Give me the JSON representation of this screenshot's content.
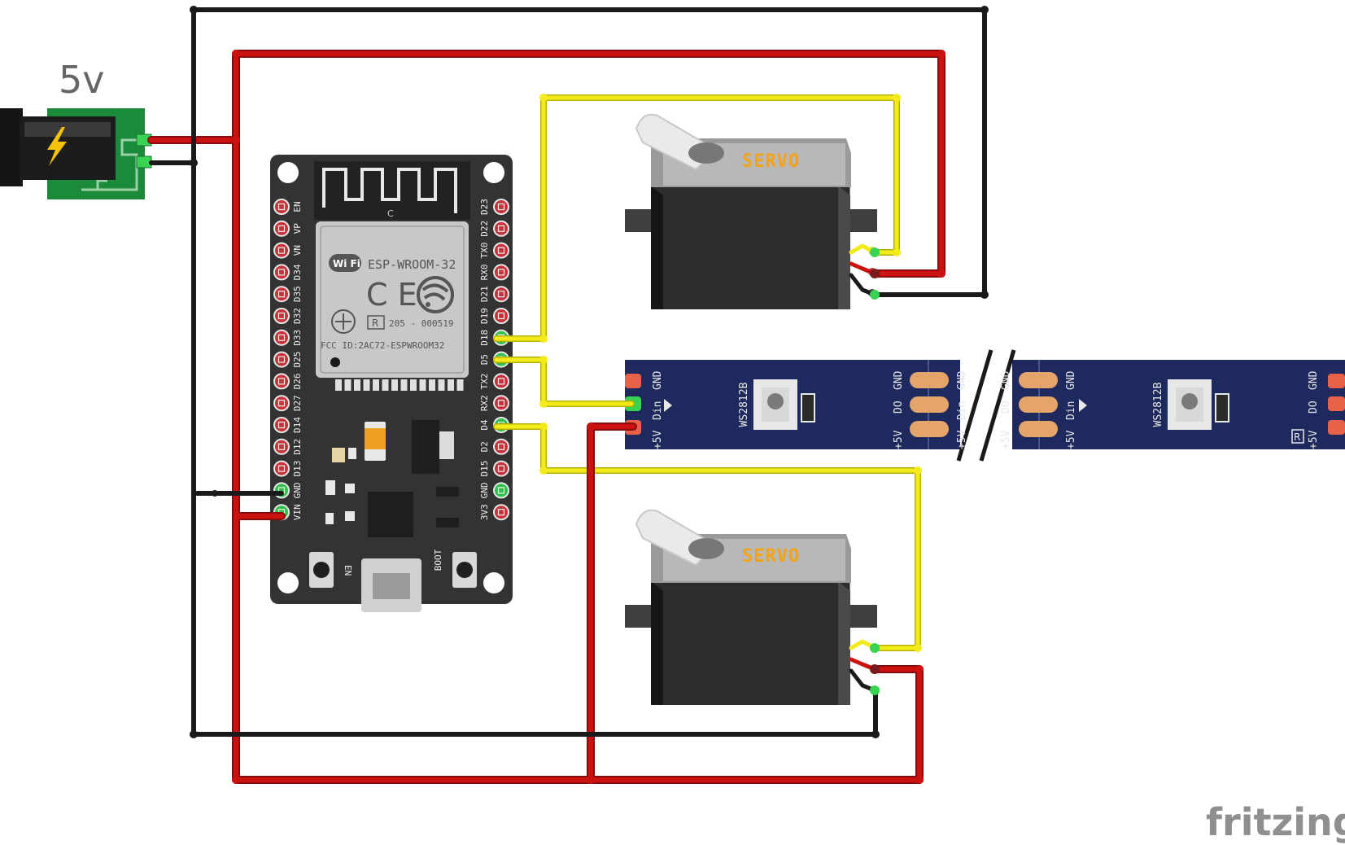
{
  "power": {
    "label": "5v"
  },
  "esp32": {
    "module_name": "ESP-WROOM-32",
    "wifi_text": "Wi Fi",
    "ce_text": "C E",
    "r_text": "R",
    "cert_code": "205 - 000519",
    "fcc_id": "FCC ID:2AC72-ESPWROOM32",
    "antenna_text": "C",
    "left_pins": [
      "EN",
      "VP",
      "VN",
      "D34",
      "D35",
      "D32",
      "D33",
      "D25",
      "D26",
      "D27",
      "D14",
      "D12",
      "D13",
      "GND",
      "VIN"
    ],
    "right_pins": [
      "D23",
      "D22",
      "TX0",
      "RX0",
      "D21",
      "D19",
      "D18",
      "D5",
      "TX2",
      "RX2",
      "D4",
      "D2",
      "D15",
      "GND",
      "3V3"
    ],
    "button_left": "EN",
    "button_right": "BOOT"
  },
  "servo_top": {
    "label": "SERVO"
  },
  "servo_bottom": {
    "label": "SERVO"
  },
  "led_strip": {
    "chip_label": "WS2812B",
    "pad_labels_in": [
      "GND",
      "Din",
      "+5V"
    ],
    "pad_labels_out": [
      "GND",
      "DO",
      "+5V"
    ],
    "r_mark": "R"
  },
  "watermark": {
    "text": "fritzing"
  },
  "colors": {
    "wire_red": "#cc1111",
    "wire_black": "#1a1a1a",
    "wire_yellow": "#f2ea1a",
    "board_dark": "#333333",
    "pcb_green": "#1b8a3a",
    "strip_blue": "#1e2a5e",
    "servo_label": "#f2a318"
  }
}
